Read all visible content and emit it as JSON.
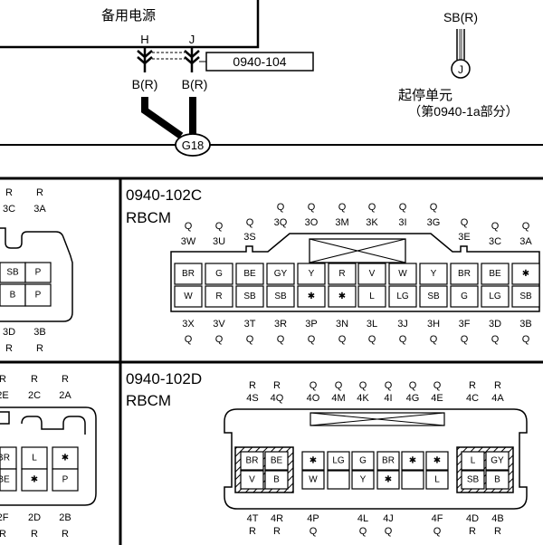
{
  "top": {
    "box_title": "备用电源",
    "pin_h": "H",
    "pin_j": "J",
    "connector_ref": "0940-104",
    "wire_h": "B(R)",
    "wire_j": "B(R)",
    "ground": "G18",
    "sb_wire": "SB(R)",
    "sb_pin": "J",
    "unit_name": "起停单元",
    "unit_ref": "（第0940-1a部分）"
  },
  "left_top": {
    "labels_top": [
      "R",
      "R",
      "3C",
      "3A"
    ],
    "row1": [
      "SB",
      "P"
    ],
    "row2": [
      "B",
      "P"
    ],
    "labels_bottom": [
      "3D",
      "3B",
      "R",
      "R"
    ]
  },
  "left_bottom": {
    "labels_top": [
      "R",
      "R",
      "R",
      "2E",
      "2C",
      "2A"
    ],
    "row1": [
      "BR",
      "L",
      "✱"
    ],
    "row2": [
      "BE",
      "✱",
      "P"
    ],
    "labels_bottom": [
      "2F",
      "2D",
      "2B",
      "R",
      "R",
      "R"
    ]
  },
  "c102c": {
    "ref": "0940-102C",
    "name": "RBCM",
    "top_pins": [
      {
        "c": "Q",
        "p": "3Q"
      },
      {
        "c": "Q",
        "p": "3O"
      },
      {
        "c": "Q",
        "p": "3M"
      },
      {
        "c": "Q",
        "p": "3K"
      },
      {
        "c": "Q",
        "p": "3I"
      },
      {
        "c": "Q",
        "p": "3G"
      },
      {
        "c": "Q",
        "p": "3W"
      },
      {
        "c": "Q",
        "p": "3U"
      },
      {
        "c": "Q",
        "p": "3S"
      },
      {
        "c": "Q",
        "p": "3E"
      },
      {
        "c": "Q",
        "p": "3C"
      },
      {
        "c": "Q",
        "p": "3A"
      }
    ],
    "row1": [
      "BR",
      "G",
      "BE",
      "GY",
      "Y",
      "R",
      "V",
      "W",
      "Y",
      "BR",
      "BE",
      "✱"
    ],
    "row2": [
      "W",
      "R",
      "SB",
      "SB",
      "✱",
      "✱",
      "L",
      "LG",
      "SB",
      "G",
      "LG",
      "SB"
    ],
    "bottom_pins": [
      {
        "p": "3X",
        "c": "Q"
      },
      {
        "p": "3V",
        "c": "Q"
      },
      {
        "p": "3T",
        "c": "Q"
      },
      {
        "p": "3R",
        "c": "Q"
      },
      {
        "p": "3P",
        "c": "Q"
      },
      {
        "p": "3N",
        "c": "Q"
      },
      {
        "p": "3L",
        "c": "Q"
      },
      {
        "p": "3J",
        "c": "Q"
      },
      {
        "p": "3H",
        "c": "Q"
      },
      {
        "p": "3F",
        "c": "Q"
      },
      {
        "p": "3D",
        "c": "Q"
      },
      {
        "p": "3B",
        "c": "Q"
      }
    ]
  },
  "c102d": {
    "ref": "0940-102D",
    "name": "RBCM",
    "top_pins": [
      {
        "c": "R",
        "p": "4S"
      },
      {
        "c": "R",
        "p": "4Q"
      },
      {
        "c": "Q",
        "p": "4O"
      },
      {
        "c": "Q",
        "p": "4M"
      },
      {
        "c": "Q",
        "p": "4K"
      },
      {
        "c": "Q",
        "p": "4I"
      },
      {
        "c": "Q",
        "p": "4G"
      },
      {
        "c": "Q",
        "p": "4E"
      },
      {
        "c": "R",
        "p": "4C"
      },
      {
        "c": "R",
        "p": "4A"
      }
    ],
    "left_block": [
      [
        "BR",
        "BE"
      ],
      [
        "V",
        "B"
      ]
    ],
    "mid_row1": [
      "✱",
      "LG",
      "G",
      "BR",
      "✱",
      "✱"
    ],
    "mid_row2": [
      "W",
      "",
      "Y",
      "✱",
      "",
      "L"
    ],
    "right_block": [
      [
        "L",
        "GY"
      ],
      [
        "SB",
        "B"
      ]
    ],
    "bottom_pins": [
      {
        "p": "4T",
        "c": "R"
      },
      {
        "p": "4R",
        "c": "R"
      },
      {
        "p": "4P",
        "c": "Q"
      },
      {
        "p": "4L",
        "c": "Q"
      },
      {
        "p": "4J",
        "c": "Q"
      },
      {
        "p": "4F",
        "c": "Q"
      },
      {
        "p": "4D",
        "c": "R"
      },
      {
        "p": "4B",
        "c": "R"
      }
    ]
  }
}
